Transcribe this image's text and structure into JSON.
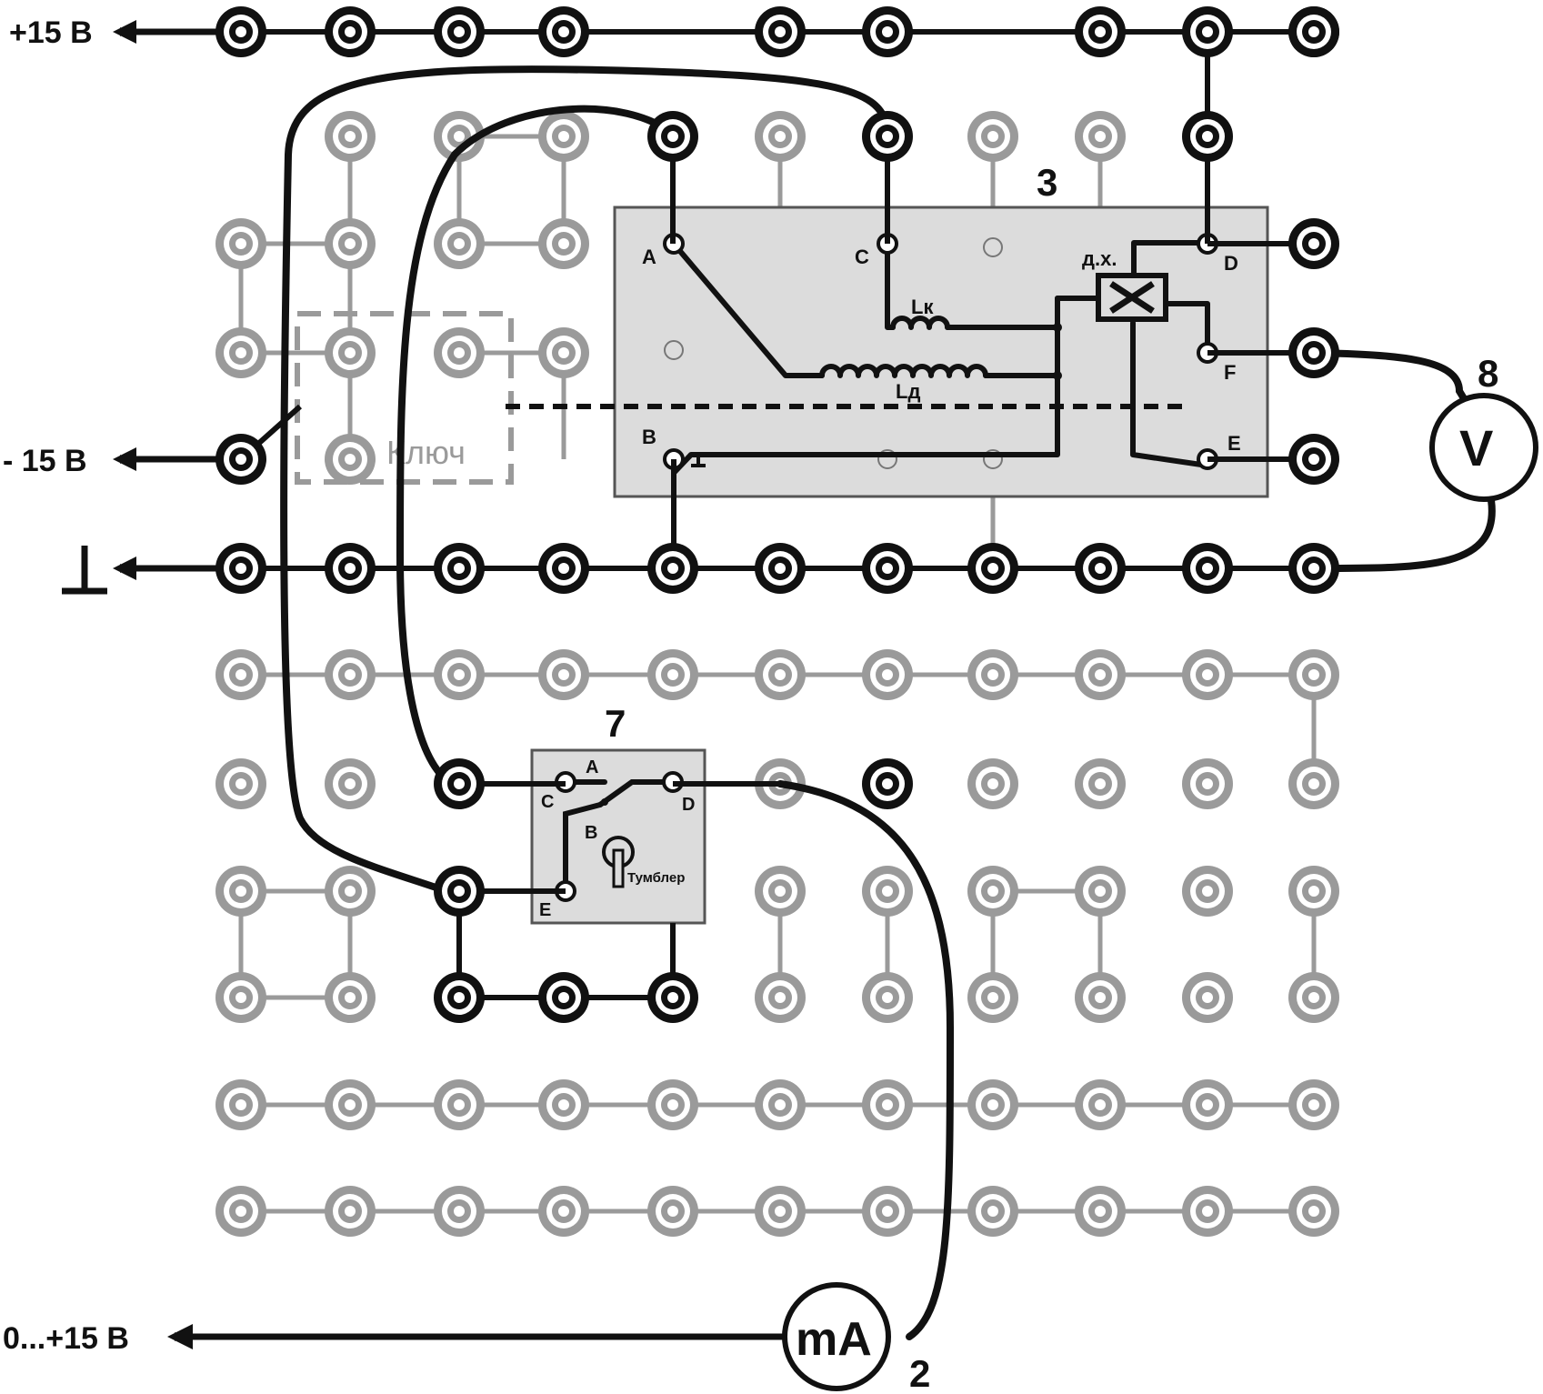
{
  "rails": {
    "plus15": "+15 В",
    "minus15": "- 15 В",
    "ground": "⊥",
    "adjustable": "0...+15 В"
  },
  "key_block": {
    "label": "Ключ"
  },
  "module3": {
    "number": "3",
    "terminals": {
      "A": "A",
      "B": "B",
      "C": "C",
      "D": "D",
      "E": "E",
      "F": "F"
    },
    "coil_k": "Lк",
    "coil_d": "Lд",
    "hall_sensor": "д.х."
  },
  "module7": {
    "number": "7",
    "terminals": {
      "A": "A",
      "B": "B",
      "C": "C",
      "D": "D",
      "E": "E"
    },
    "toggle_label": "Тумблер"
  },
  "voltmeter": {
    "symbol": "V",
    "number": "8"
  },
  "milliammeter": {
    "symbol": "mA",
    "number": "2"
  },
  "colors": {
    "active": "#111111",
    "inactive": "#9a9a9a",
    "module_fill": "#dcdcdc"
  }
}
